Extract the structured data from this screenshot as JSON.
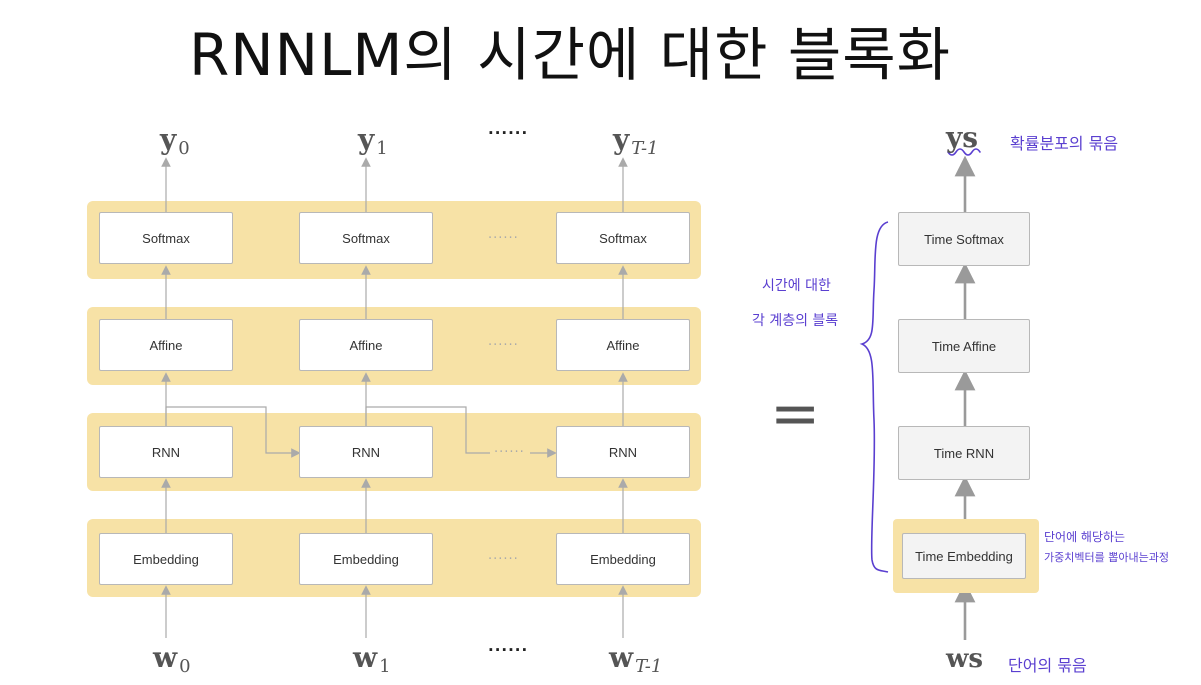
{
  "title": "RNNLM의 시간에 대한 블록화",
  "left": {
    "layers": [
      "Softmax",
      "Affine",
      "RNN",
      "Embedding"
    ],
    "ellipsis": "······",
    "outputs": {
      "base": "y",
      "subscripts": [
        "0",
        "1",
        "T-1"
      ]
    },
    "inputs": {
      "base": "w",
      "subscripts": [
        "0",
        "1",
        "T-1"
      ]
    },
    "column_ellipsis": "······"
  },
  "equals_sign": "=",
  "right": {
    "layers": [
      "Time Softmax",
      "Time Affine",
      "Time RNN",
      "Time Embedding"
    ],
    "output_label": "ys",
    "input_label": "ws"
  },
  "annotations": {
    "ys_note": "확률분포의 묶음",
    "ws_note": "단어의 묶음",
    "brace_note_line1": "시간에 대한",
    "brace_note_line2": "각 계층의 블록",
    "embedding_note_line1": "단어에 해당하는",
    "embedding_note_line2": "가중치벡터를 뽑아내는과정"
  },
  "colors": {
    "band": "#f7e2a6",
    "arrow": "#aaaaaa",
    "handwriting": "#5a3fd0",
    "node_border": "#b8b8b8"
  }
}
